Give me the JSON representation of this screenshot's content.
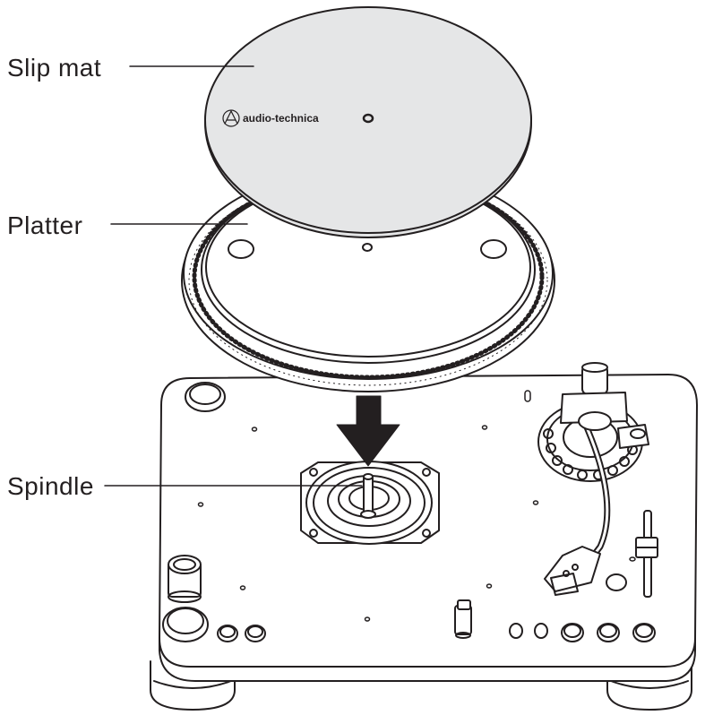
{
  "callouts": [
    {
      "id": "slip-mat",
      "label": "Slip mat"
    },
    {
      "id": "platter",
      "label": "Platter"
    },
    {
      "id": "spindle",
      "label": "Spindle"
    }
  ],
  "brand": {
    "wordmark": "audio-technica"
  },
  "colors": {
    "line": "#231f20",
    "mat_fill": "#e5e6e7",
    "background": "#ffffff"
  }
}
